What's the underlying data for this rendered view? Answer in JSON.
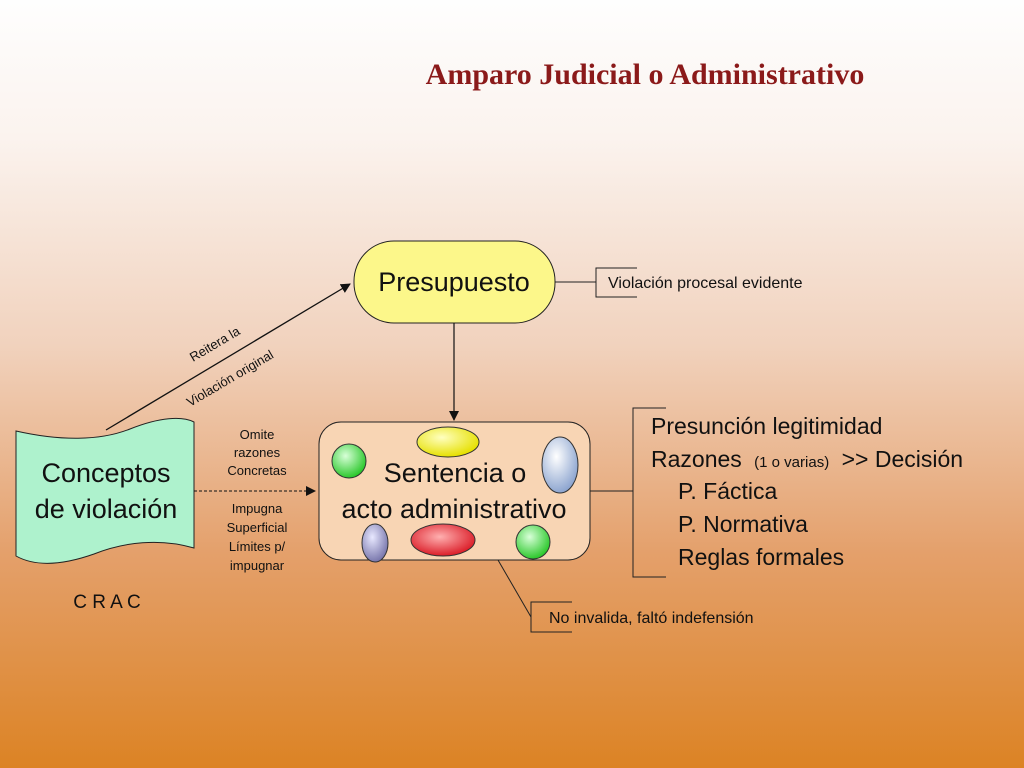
{
  "title": "Amparo Judicial o Administrativo",
  "nodes": {
    "presupuesto": "Presupuesto",
    "sentencia": [
      "Sentencia o",
      "acto administrativo"
    ],
    "conceptos": [
      "Conceptos",
      "de violación"
    ],
    "crac": "C R A C"
  },
  "arrow_labels": {
    "reitera": "Reitera la",
    "violacion_original": "Violación original",
    "omite": [
      "Omite",
      "razones",
      "Concretas"
    ],
    "impugna": [
      "Impugna",
      "Superficial",
      "Límites p/",
      "impugnar"
    ]
  },
  "annotations": {
    "violacion_procesal": "Violación procesal evidente",
    "no_invalida": "No invalida, faltó indefensión",
    "list": {
      "presuncion": "Presunción legitimidad",
      "razones": "Razones",
      "razones_paren": "(1 o varias)",
      "razones_decision": ">> Decisión",
      "factica": "P. Fáctica",
      "normativa": "P. Normativa",
      "reglas": "Reglas formales"
    }
  },
  "colors": {
    "title": "#8b1a1a",
    "presupuesto_fill": "#fcf78a",
    "sentencia_fill": "#f8d5b4",
    "conceptos_fill": "#aef2cd",
    "ellipse_yellow": "#f4f200",
    "ellipse_red": "#e01020",
    "ellipse_green": "#3fd43f",
    "ellipse_blue": "#9fb4d8",
    "ellipse_purple": "#8a88b8"
  }
}
